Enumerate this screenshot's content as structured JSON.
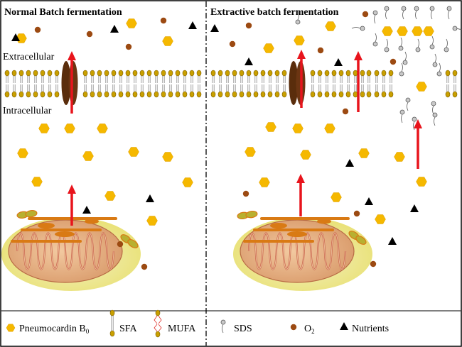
{
  "panels": {
    "left_title": "Normal Batch fermentation",
    "right_title": "Extractive batch fermentation"
  },
  "labels": {
    "extracellular": "Extracellular",
    "intracellular": "Intracellular"
  },
  "legend": {
    "pneumocardin": "Pneumocardin B",
    "pneumocardin_sub": "0",
    "sfa": "SFA",
    "mufa": "MUFA",
    "sds": "SDS",
    "o2": "O",
    "o2_sub": "2",
    "nutrients": "Nutrients"
  },
  "colors": {
    "pneumocardin": "#f5b800",
    "o2": "#9c4a12",
    "nutrient": "#000000",
    "arrow": "#e8141c",
    "lipid_head": "#c9a000",
    "mufa_tail": "#e0302a",
    "channel": "#5a2d0c",
    "mito_outer": "#f0e89a",
    "mito_inner": "#e6a868",
    "mito_cristae": "#c9604a",
    "er": "#d97a14",
    "sds": "#9a9a9a"
  },
  "icons": [
    "hexagon-icon",
    "sfa-lipid-icon",
    "mufa-lipid-icon",
    "sds-icon",
    "o2-circle-icon",
    "triangle-icon"
  ]
}
